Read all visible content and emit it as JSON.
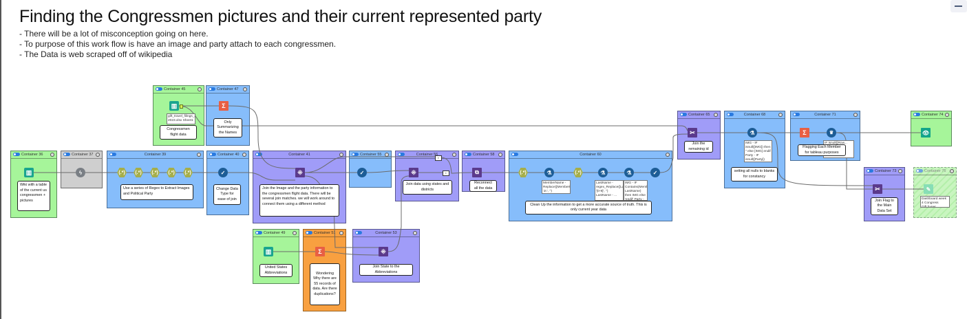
{
  "header": {
    "title": "Finding the Congressmen pictures and their current represented party",
    "lines": [
      "- There will be a lot of misconception going on here.",
      "- To purpose of this work flow is have an image and party attach to each congressmen.",
      "- The Data is web scraped off of wikipedia"
    ]
  },
  "containers": {
    "c36": {
      "title": "Container 36",
      "note": "Wiki with a table of the current us congressmen + pictures",
      "tool": "input-data-icon"
    },
    "c37": {
      "title": "Container 37",
      "tool": "dynamic-input-icon"
    },
    "c39": {
      "title": "Container 39",
      "note": "Use a series of Regex to Extract Images and Political Party"
    },
    "c40": {
      "title": "Container 40",
      "note": "Change Data Type for ease of join"
    },
    "c45": {
      "title": "Container 45",
      "note": "Congressmen flight data",
      "annotation": "gift_travel_filings_2020-2023.xlsx Sheet1 ..."
    },
    "c47": {
      "title": "Container 47",
      "note": "Only Summarizing the Names"
    },
    "c41": {
      "title": "Container 41",
      "note": "Join the Image and the party information to the congressmen flight data. There will be several join matches. we will work around to connect them using a different method"
    },
    "c55": {
      "title": "Container 55"
    },
    "c56": {
      "title": "Container 56",
      "note": "Join data using states and districts"
    },
    "c58": {
      "title": "Container 58",
      "note": "Reconnect all the data"
    },
    "c60": {
      "title": "Container 60",
      "note": "Clean Up the information to get a more accurate source of truth. This is only current year data",
      "annotations": [
        "MemberName - Replace([MemberName], 'Jr.', '')",
        "LastName - regex_Replace([LastName], '[0-9]', '') LastName - ...",
        "IMG - IF Contains(MemberName, LastName) then IMG else 'endif' Party - IF..."
      ]
    },
    "c65": {
      "title": "Container 65",
      "note": "Join the remaining id"
    },
    "c68": {
      "title": "Container 68",
      "note": "setting all nulls to blanks for constancy",
      "annotation": "IMG - IF isnull([IMG]) then '' else [IMG] endif Party - IF isnull([Party]) then..."
    },
    "c71": {
      "title": "Container 71",
      "note": "Flagging Each Member for tableau purposes",
      "annotation": "IF isnull([Row..."
    },
    "c74": {
      "title": "Container 74"
    },
    "c73": {
      "title": "Container 73",
      "note": "Join Flag to the Main Data Set"
    },
    "c75": {
      "title": "Container 75",
      "annotation": "Dashboard week 4 Congress Gift.hyper"
    },
    "c49": {
      "title": "Container 49",
      "note": "United States Abbreviations"
    },
    "c51": {
      "title": "Container 51",
      "note": "Wondering Why there are 55 records of data. Are there duplications?"
    },
    "c53": {
      "title": "Container 53",
      "note": "Join State to the Abbreviations"
    }
  },
  "colors": {
    "green": "#a6f59a",
    "blue": "#86bdfb",
    "purple": "#a09cf8",
    "grey": "#cfcfcf",
    "orange": "#f8a040"
  }
}
